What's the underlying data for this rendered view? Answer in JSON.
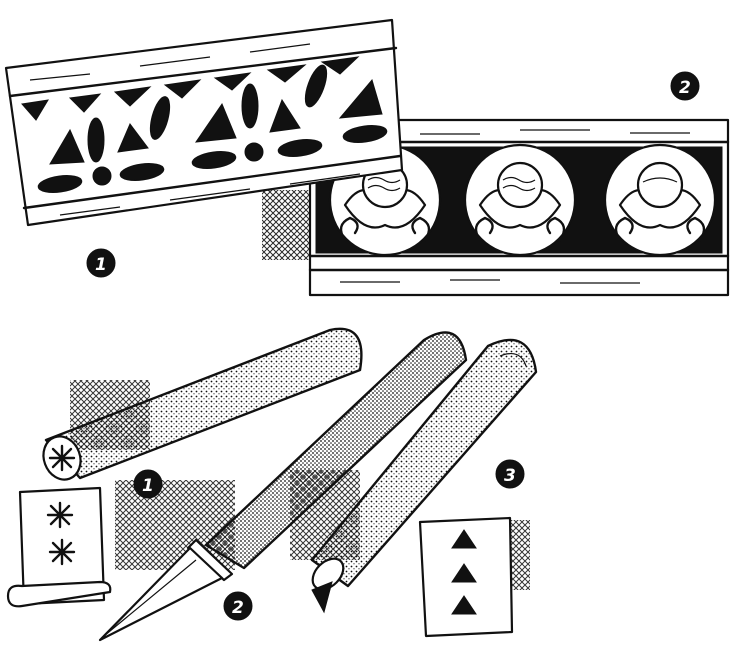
{
  "figure": {
    "badges": {
      "ornament_1": "1",
      "ornament_2": "2",
      "tool_1": "1",
      "tool_2": "2",
      "tool_3": "3"
    },
    "colors": {
      "ink": "#111111",
      "paper": "#ffffff"
    }
  }
}
